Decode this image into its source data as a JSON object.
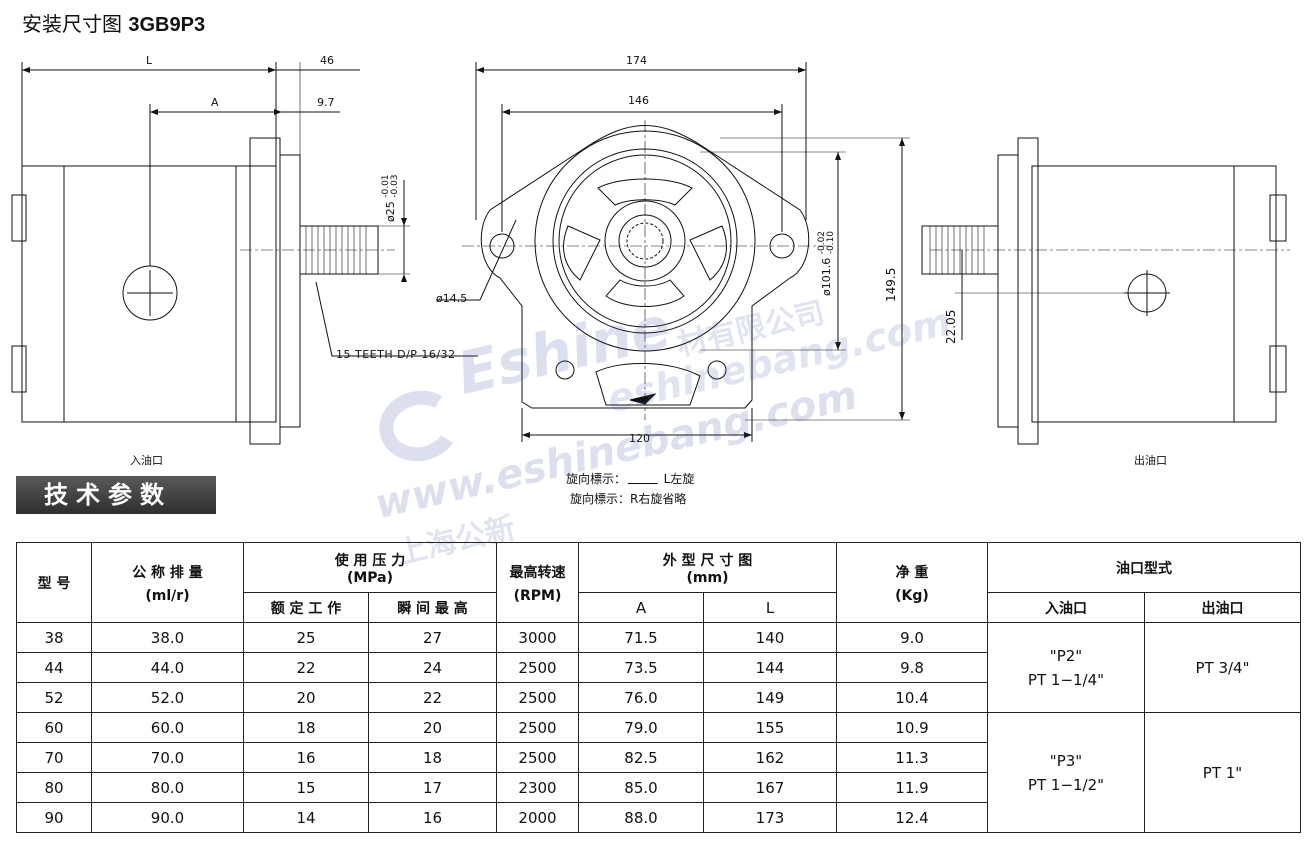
{
  "page": {
    "title_prefix": "安装尺寸图",
    "title_model": "3GB9P3",
    "section_title": "技术参数"
  },
  "drawing": {
    "dims": {
      "L": "L",
      "d46": "46",
      "A": "A",
      "d97": "9.7",
      "shaft_dia": "ø25",
      "shaft_tol_upper": "-0.01",
      "shaft_tol_lower": "-0.03",
      "teeth": "15 TEETH D/P 16/32",
      "d174": "174",
      "d146": "146",
      "hole_dia": "ø14.5",
      "pilot_dia": "ø101.6",
      "pilot_tol_upper": "-0.02",
      "pilot_tol_lower": "-0.10",
      "d1495": "149.5",
      "d120": "120",
      "d2205": "22.05"
    },
    "inlet_label": "入油口",
    "outlet_label": "出油口",
    "rotation_left": "旋向標示：",
    "rotation_left_note": "L左旋",
    "rotation_right": "旋向標示：R右旋省略"
  },
  "watermark": {
    "brand": "Eshine",
    "company": "上海公新",
    "company_tail": "材有限公司",
    "site1": "eshinebang.com",
    "site2": "www.eshinebang.com"
  },
  "table": {
    "headers": {
      "model": "型 号",
      "displacement": "公 称 排 量",
      "displacement_unit": "(ml/r)",
      "pressure": "使 用 压 力",
      "pressure_unit": "(MPa)",
      "rated": "额 定 工 作",
      "peak": "瞬 间 最 高",
      "speed": "最高转速",
      "speed_unit": "(RPM)",
      "outline": "外 型 尺 寸 图",
      "outline_unit": "(mm)",
      "col_A": "A",
      "col_L": "L",
      "weight": "净 重",
      "weight_unit": "(Kg)",
      "port": "油口型式",
      "inlet": "入油口",
      "outlet": "出油口"
    },
    "rows": [
      {
        "model": "38",
        "disp": "38.0",
        "rated": "25",
        "peak": "27",
        "speed": "3000",
        "A": "71.5",
        "L": "140",
        "weight": "9.0"
      },
      {
        "model": "44",
        "disp": "44.0",
        "rated": "22",
        "peak": "24",
        "speed": "2500",
        "A": "73.5",
        "L": "144",
        "weight": "9.8"
      },
      {
        "model": "52",
        "disp": "52.0",
        "rated": "20",
        "peak": "22",
        "speed": "2500",
        "A": "76.0",
        "L": "149",
        "weight": "10.4"
      },
      {
        "model": "60",
        "disp": "60.0",
        "rated": "18",
        "peak": "20",
        "speed": "2500",
        "A": "79.0",
        "L": "155",
        "weight": "10.9"
      },
      {
        "model": "70",
        "disp": "70.0",
        "rated": "16",
        "peak": "18",
        "speed": "2500",
        "A": "82.5",
        "L": "162",
        "weight": "11.3"
      },
      {
        "model": "80",
        "disp": "80.0",
        "rated": "15",
        "peak": "17",
        "speed": "2300",
        "A": "85.0",
        "L": "167",
        "weight": "11.9"
      },
      {
        "model": "90",
        "disp": "90.0",
        "rated": "14",
        "peak": "16",
        "speed": "2000",
        "A": "88.0",
        "L": "173",
        "weight": "12.4"
      }
    ],
    "port_groups": [
      {
        "inlet_code": "\"P2\"",
        "inlet_thread": "PT 1−1/4\"",
        "outlet": "PT 3/4\""
      },
      {
        "inlet_code": "\"P3\"",
        "inlet_thread": "PT 1−1/2\"",
        "outlet": "PT 1\""
      }
    ]
  }
}
